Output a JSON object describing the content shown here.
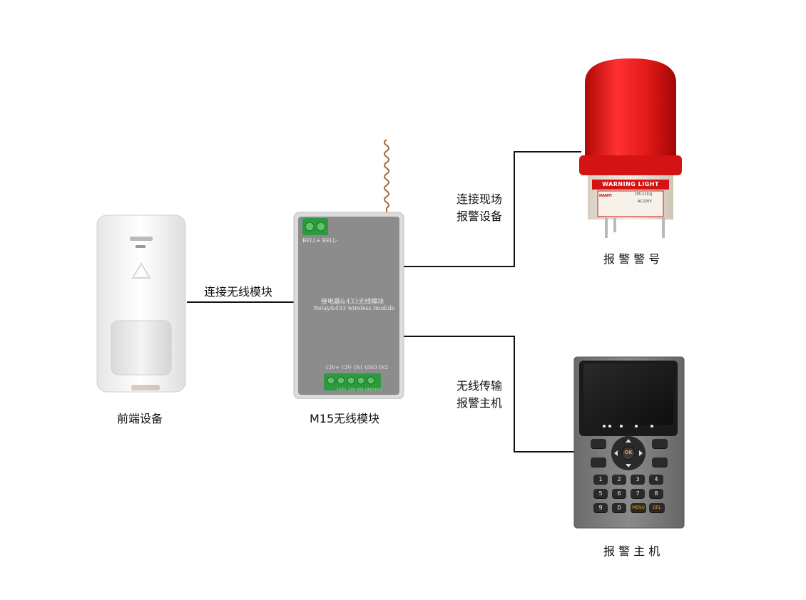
{
  "devices": {
    "front_end": {
      "label": "前端设备"
    },
    "module": {
      "label": "M15无线模块",
      "title_cn": "继电器&433无线模块",
      "title_en": "Relay&433 wireless module",
      "top_terminal_label": "BELL+ BELL-",
      "bottom_terminal_label": "12V+ 12V- IN1  GND  IN2",
      "bottom_terminal_label_2": "12V+ 12V- IN1 GND IN2"
    },
    "warning_light": {
      "label": "报 警 警 号",
      "band_text": "WARNING LIGHT",
      "brand": "HANYI",
      "model": "LTE-1101J",
      "voltage": "AC220V"
    },
    "alarm_host": {
      "label": "报 警 主 机",
      "keys": [
        "1",
        "2",
        "3",
        "4",
        "5",
        "6",
        "7",
        "8",
        "9",
        "0"
      ],
      "menu_key": "MENU",
      "del_key": "DEL",
      "ok_key": "OK"
    }
  },
  "connections": {
    "left": {
      "text": "连接无线模块"
    },
    "top_right": {
      "line1": "连接现场",
      "line2": "报警设备"
    },
    "bottom_right": {
      "line1": "无线传输",
      "line2": "报警主机"
    }
  },
  "colors": {
    "wire": "#111111",
    "module_body": "#8c8c8c",
    "terminal_green": "#2e9a3f",
    "lamp_red": "#e01818",
    "host_body": "#7a7a7a"
  }
}
